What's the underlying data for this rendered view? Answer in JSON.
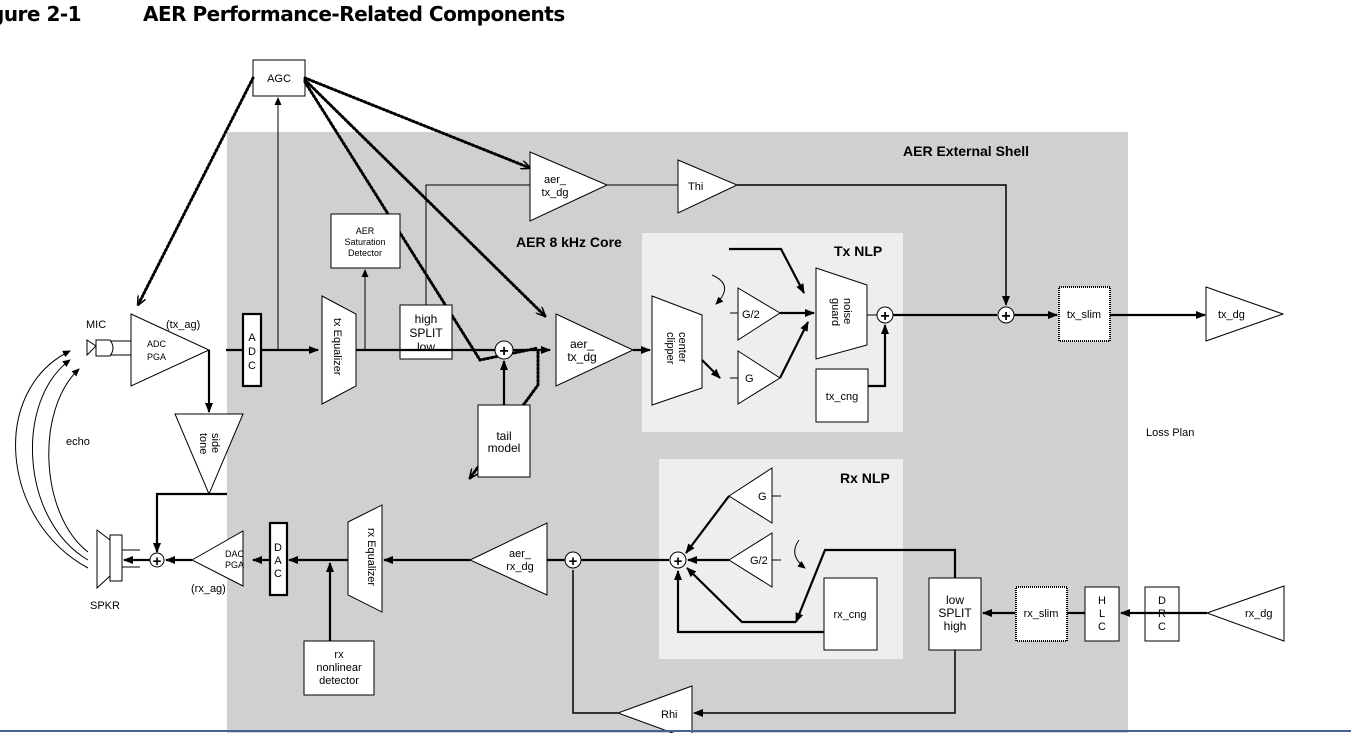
{
  "figure": {
    "label": "gure 2-1",
    "title": "AER Performance-Related Components"
  },
  "regions": {
    "external_shell": "AER External Shell",
    "core": "AER 8 kHz Core",
    "tx_nlp": "Tx NLP",
    "rx_nlp": "Rx NLP",
    "loss_plan": "Loss Plan"
  },
  "colors": {
    "shell_fill": "#d0d0d0",
    "nlp_fill": "#eeeeee",
    "block_fill": "#ffffff",
    "rule": "#4a5e9a"
  },
  "blocks": {
    "agc": "AGC",
    "mic": "MIC",
    "tx_ag": "(tx_ag)",
    "adc_pga": [
      "ADC",
      "PGA"
    ],
    "adc": [
      "A",
      "D",
      "C"
    ],
    "tx_equalizer": "tx Equalizer",
    "saturation_detector": [
      "AER",
      "Saturation",
      "Detector"
    ],
    "high_split_low": [
      "high",
      "SPLIT",
      "low"
    ],
    "aer_tx_dg_core": [
      "aer_",
      "tx_dg"
    ],
    "aer_tx_dg_shell": [
      "aer_",
      "tx_dg"
    ],
    "thi": "Thi",
    "tail_model": [
      "tail",
      "model"
    ],
    "center_clipper": [
      "center",
      "clipper"
    ],
    "tx_g2": "G/2",
    "tx_g": "G",
    "noise_guard": [
      "noise",
      "guard"
    ],
    "tx_cng": "tx_cng",
    "tx_slim": "tx_slim",
    "tx_dg": "tx_dg",
    "echo": "echo",
    "side_tone": [
      "side",
      "tone"
    ],
    "spkr": "SPKR",
    "dac_pga": [
      "DAC",
      "PGA"
    ],
    "rx_ag": "(rx_ag)",
    "dac": [
      "D",
      "A",
      "C"
    ],
    "rx_equalizer": "rx Equalizer",
    "rx_nonlinear_detector": [
      "rx",
      "nonlinear",
      "detector"
    ],
    "aer_rx_dg": [
      "aer_",
      "rx_dg"
    ],
    "rx_g": "G",
    "rx_g2": "G/2",
    "rx_cng": "rx_cng",
    "low_split_high": [
      "low",
      "SPLIT",
      "high"
    ],
    "rx_slim": "rx_slim",
    "hlc": [
      "H",
      "L",
      "C"
    ],
    "drc": [
      "D",
      "R",
      "C"
    ],
    "rx_dg": "rx_dg",
    "rhi": "Rhi"
  }
}
